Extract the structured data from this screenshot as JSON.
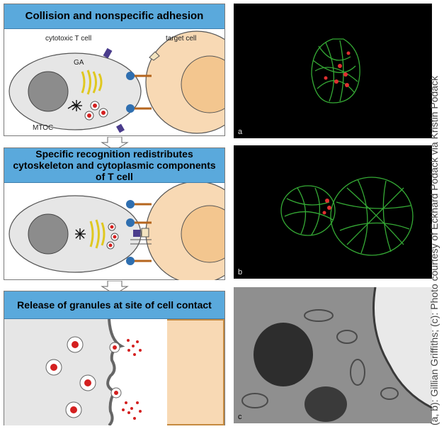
{
  "panels": [
    {
      "title": "Collision and nonspecific adhesion"
    },
    {
      "title": "Specific recognition redistributes cytoskeleton and cytoplasmic components of T cell"
    },
    {
      "title": "Release of granules at site of cell contact"
    }
  ],
  "labels": {
    "cytotoxic_t_cell": "cytotoxic T cell",
    "target_cell": "target cell",
    "ga": "GA",
    "mtoc": "MTOC"
  },
  "photos": [
    {
      "label": "a"
    },
    {
      "label": "b"
    },
    {
      "label": "c"
    }
  ],
  "credit": "(a, b): Gillian Griffiths; (c): Photo courtesy of Eckhard Podack via Kristin Podack",
  "colors": {
    "header_blue": "#5aa9dc",
    "t_cell": "#e6e6e6",
    "target_cell": "#f8d9b4",
    "nucleus_target": "#f3c68f",
    "granule_red": "#d42020",
    "golgi_yellow": "#f2e440",
    "receptor_blue": "#2f6fb0",
    "photo_green": "#3bbd3b"
  }
}
